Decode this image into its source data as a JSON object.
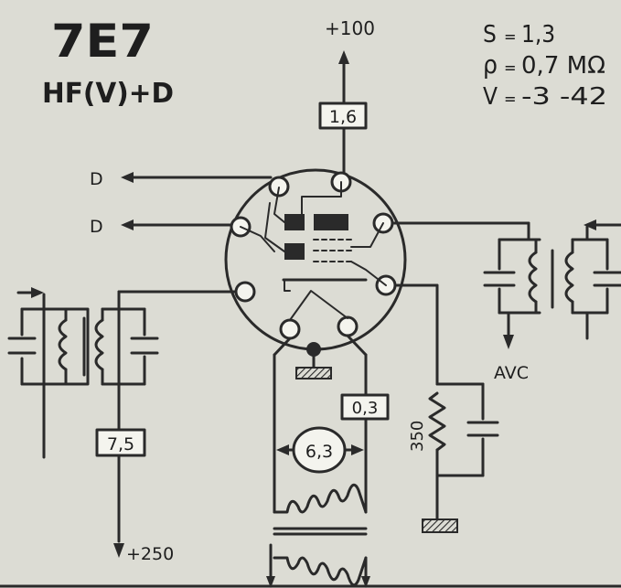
{
  "header": {
    "tube_type": "7E7",
    "function": "HF(V)+D"
  },
  "specs": [
    {
      "symbol": "S",
      "sep": "=",
      "value": "1,3"
    },
    {
      "symbol": "ρ",
      "sep": "=",
      "value": "0,7 MΩ"
    },
    {
      "symbol": "V",
      "sep": "=",
      "value": "-3 -42"
    }
  ],
  "supply": {
    "anode": "+100",
    "anode_box": "1,6",
    "screen": "+250",
    "screen_box": "7,5"
  },
  "heater": {
    "voltage": "6,3",
    "current_box": "0,3"
  },
  "cathode_resistor": "350",
  "outputs": {
    "diode_1": "D",
    "diode_2": "D",
    "avc": "AVC"
  }
}
